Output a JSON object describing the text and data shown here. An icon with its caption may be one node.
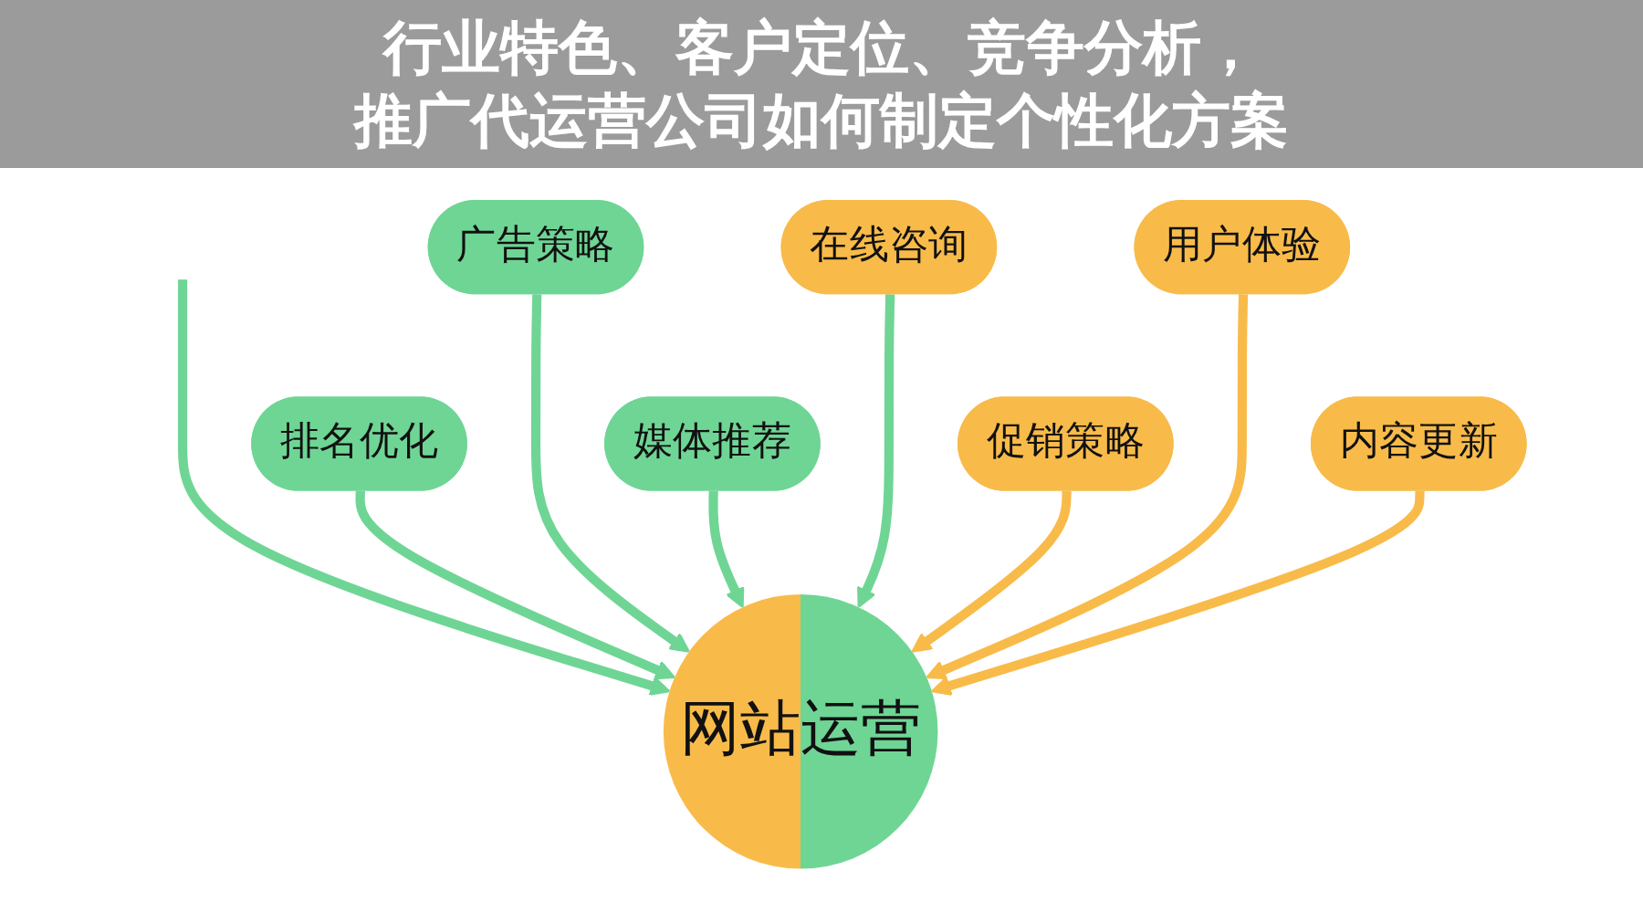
{
  "diagram": {
    "title": "行业特色、客户定位、竞争分析，推广代运营公司如何制定个性化方案",
    "nodes": [
      {
        "text": [
          "排名优化"
        ]
      },
      {
        "text": [
          "内容更新"
        ]
      },
      {
        "text": [
          "网站运营"
        ]
      },
      {
        "text": [
          "广告策略"
        ]
      },
      {
        "text": [
          "用户体验"
        ]
      },
      {
        "text": [
          "媒体推荐"
        ]
      },
      {
        "text": [
          "促销策略"
        ]
      },
      {
        "text": [
          "在线咨询"
        ]
      }
    ],
    "edges": [
      {
        "from": null,
        "to": 2,
        "arrow": "to"
      },
      {
        "from": 0,
        "to": 2,
        "arrow": "to"
      },
      {
        "from": 3,
        "to": 2,
        "arrow": "to"
      },
      {
        "from": 5,
        "to": 2,
        "arrow": "to"
      },
      {
        "from": 7,
        "to": 2,
        "arrow": "to"
      },
      {
        "from": 6,
        "to": 2,
        "arrow": "to",
        "color": "#f8bb4a"
      },
      {
        "from": 4,
        "to": 2,
        "arrow": "to",
        "color": "#f8bb4a"
      },
      {
        "from": 1,
        "to": 2,
        "arrow": "to",
        "color": "#f8bb4a"
      }
    ]
  }
}
